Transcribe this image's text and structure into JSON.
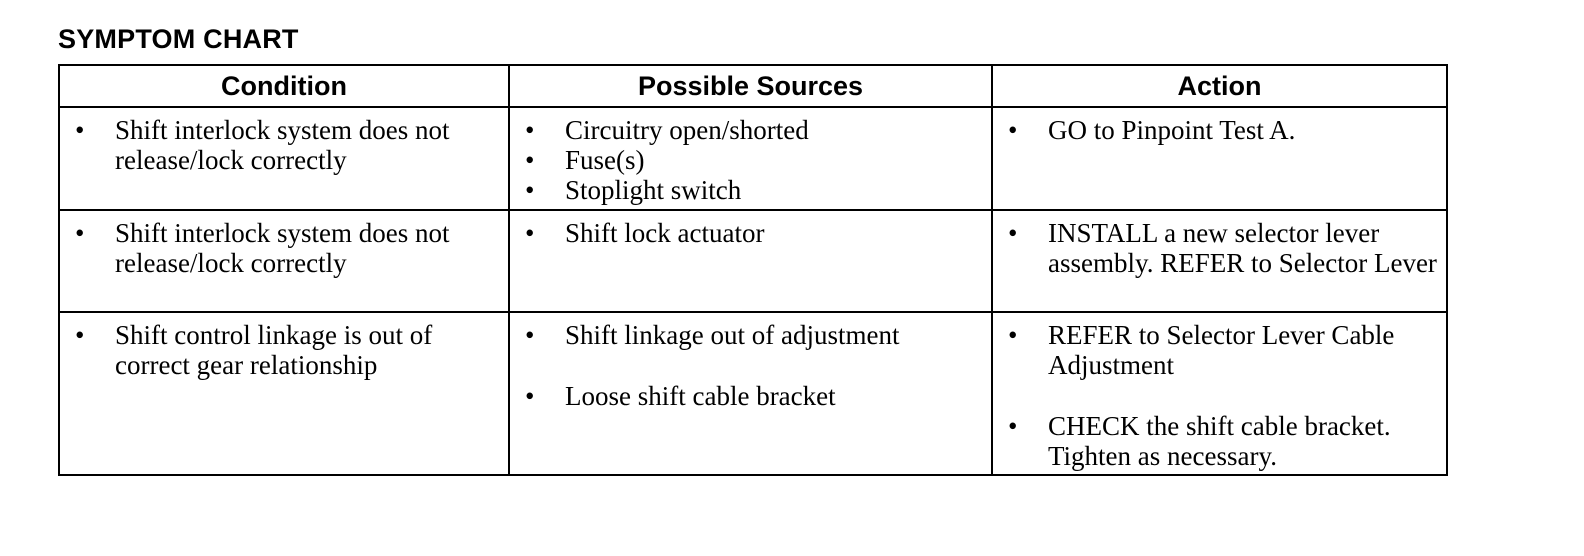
{
  "title": "SYMPTOM CHART",
  "columns": [
    "Condition",
    "Possible Sources",
    "Action"
  ],
  "rows": [
    {
      "condition": [
        "Shift interlock system does not release/lock correctly"
      ],
      "sources": [
        "Circuitry open/shorted",
        "Fuse(s)",
        "Stoplight switch"
      ],
      "actions": [
        "GO to Pinpoint Test A."
      ]
    },
    {
      "condition": [
        "Shift interlock system does not release/lock correctly"
      ],
      "sources": [
        "Shift lock actuator"
      ],
      "actions": [
        "INSTALL a new selector lever assembly. REFER to Selector Lever"
      ]
    },
    {
      "condition": [
        "Shift control linkage is out of correct gear relationship"
      ],
      "sources": [
        "Shift linkage out of adjustment",
        "Loose shift cable bracket"
      ],
      "actions": [
        "REFER to Selector Lever Cable Adjustment",
        "CHECK the shift cable bracket. Tighten as necessary."
      ]
    }
  ]
}
